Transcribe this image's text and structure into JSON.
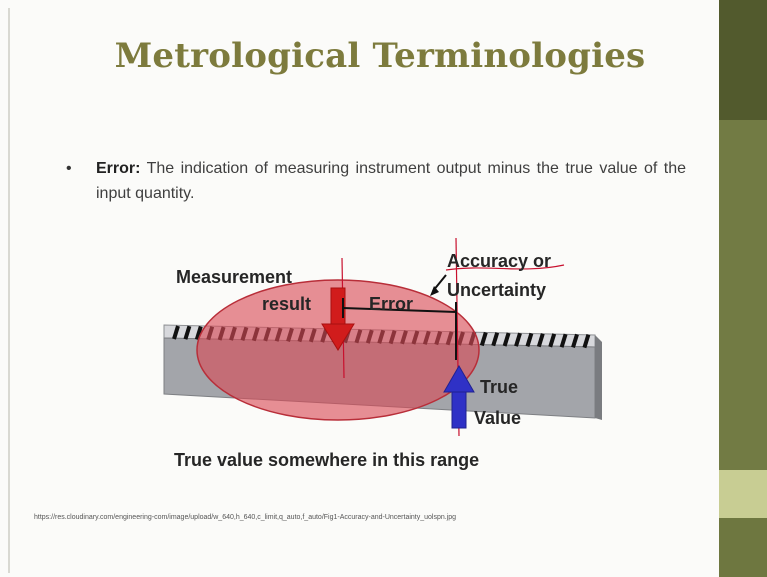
{
  "slide": {
    "title": "Metrological Terminologies",
    "bullet": {
      "term": "Error:",
      "text": " The indication of measuring instrument output minus the true value of the input quantity."
    },
    "diagram": {
      "labels": {
        "measurement_line1": "Measurement",
        "measurement_line2": "result",
        "error": "Error",
        "accuracy_line1": "Accuracy or",
        "accuracy_line2": "Uncertainty",
        "true_line1": "True",
        "true_line2": "Value",
        "range_caption": "True value somewhere in this range"
      },
      "colors": {
        "ellipse_fill": "#d94a55",
        "measurement_arrow": "#d11c1c",
        "true_arrow": "#2f31c6",
        "ruler_top": "#d7d8dc",
        "ruler_front": "#9c9ea2",
        "tick": "#111111",
        "annotation": "#c8102e"
      }
    },
    "source_url": "https://res.cloudinary.com/engineering-com/image/upload/w_640,h_640,c_limit,q_auto,f_auto/Fig1-Accuracy-and-Uncertainty_uolspn.jpg"
  }
}
